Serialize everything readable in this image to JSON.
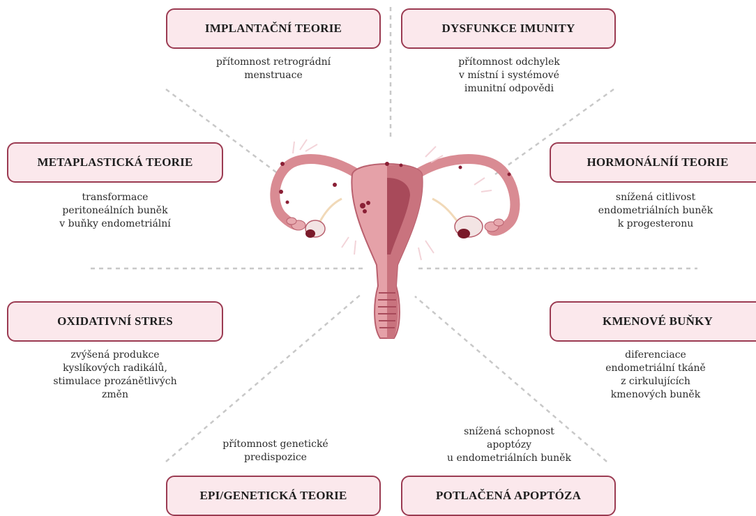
{
  "colors": {
    "box_fill": "#fbe8ec",
    "box_border": "#9b3b52",
    "dashed_line": "#c8c8c8",
    "uterus_tissue": "#d98b93",
    "uterus_dark": "#a84a5a",
    "lesion": "#8a1f35"
  },
  "center_image": {
    "icon": "uterus-illustration"
  },
  "theories": [
    {
      "id": "implantacni",
      "title": "IMPLANTAČNÍ TEORIE",
      "description": [
        "přítomnost retrográdní",
        "menstruace"
      ]
    },
    {
      "id": "dysfunkce",
      "title": "DYSFUNKCE IMUNITY",
      "description": [
        "přítomnost odchylek",
        "v místní i systémové",
        "imunitní odpovědi"
      ]
    },
    {
      "id": "metaplasticka",
      "title": "METAPLASTICKÁ TEORIE",
      "description": [
        "transformace",
        "peritoneálních buněk",
        "v buňky endometriální"
      ]
    },
    {
      "id": "hormonalni",
      "title": "HORMONÁLNÍÍ TEORIE",
      "description": [
        "snížená citlivost",
        "endometriálních buněk",
        "k progesteronu"
      ]
    },
    {
      "id": "oxidativni",
      "title": "OXIDATIVNÍ STRES",
      "description": [
        "zvýšená produkce",
        "kyslíkových radikálů,",
        "stimulace prozánětlivých",
        "změn"
      ]
    },
    {
      "id": "kmenove",
      "title": "KMENOVÉ BUŇKY",
      "description": [
        "diferenciace",
        "endometriální tkáně",
        "z cirkulujících",
        "kmenových buněk"
      ]
    },
    {
      "id": "epigeneticka",
      "title": "EPI/GENETICKÁ TEORIE",
      "description": [
        "přítomnost genetické",
        "predispozice"
      ]
    },
    {
      "id": "apoptoza",
      "title": "POTLAČENÁ APOPTÓZA",
      "description": [
        "snížená schopnost",
        "apoptózy",
        "u endometriálních buněk"
      ]
    }
  ]
}
